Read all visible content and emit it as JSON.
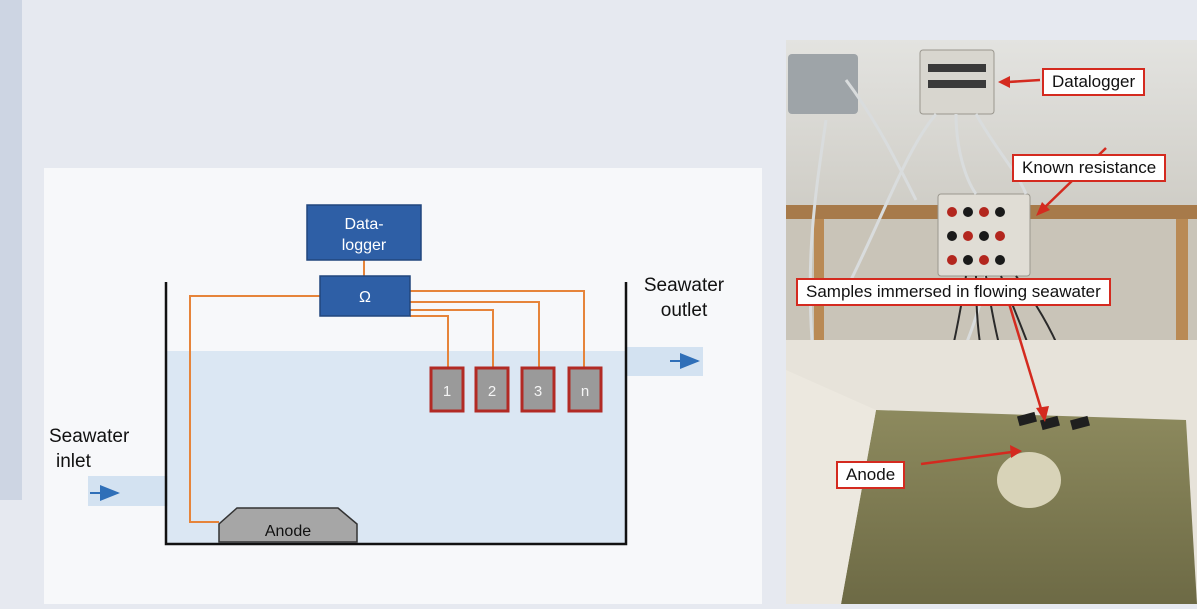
{
  "diagram": {
    "datalogger_line1": "Data-",
    "datalogger_line2": "logger",
    "resistor_symbol": "Ω",
    "outlet_line1": "Seawater",
    "outlet_line2": "outlet",
    "inlet_line1": "Seawater",
    "inlet_line2": "inlet",
    "anode_label": "Anode",
    "samples": [
      "1",
      "2",
      "3",
      "n"
    ]
  },
  "photo": {
    "callouts": {
      "datalogger": "Datalogger",
      "known_resistance": "Known resistance",
      "samples": "Samples immersed in flowing seawater",
      "anode": "Anode"
    }
  },
  "colors": {
    "page_bg": "#e6e9f0",
    "box_fill": "#2e5fa6",
    "wire": "#e6843a",
    "water": "#dbe7f3",
    "sample_border": "#b22a24",
    "sample_fill": "#9a9a9a",
    "callout_border": "#d42a1f"
  }
}
